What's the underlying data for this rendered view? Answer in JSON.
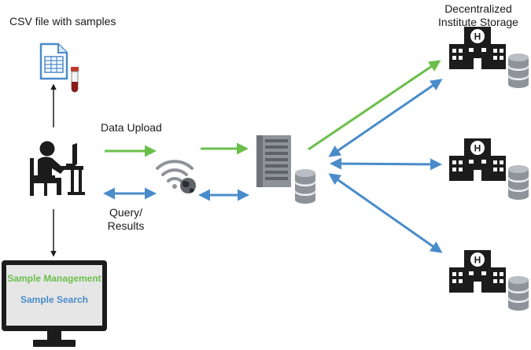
{
  "labels": {
    "csv_file": "CSV file with samples",
    "data_upload": "Data Upload",
    "query_results": "Query/ Results",
    "storage": "Decentralized Institute Storage"
  },
  "monitor": {
    "line1": "Sample Management",
    "line2": "Sample Search"
  },
  "colors": {
    "upload": "#6abf4b",
    "query": "#4a8cca",
    "icon": "#1c1c1c",
    "server": "#8e9399"
  }
}
